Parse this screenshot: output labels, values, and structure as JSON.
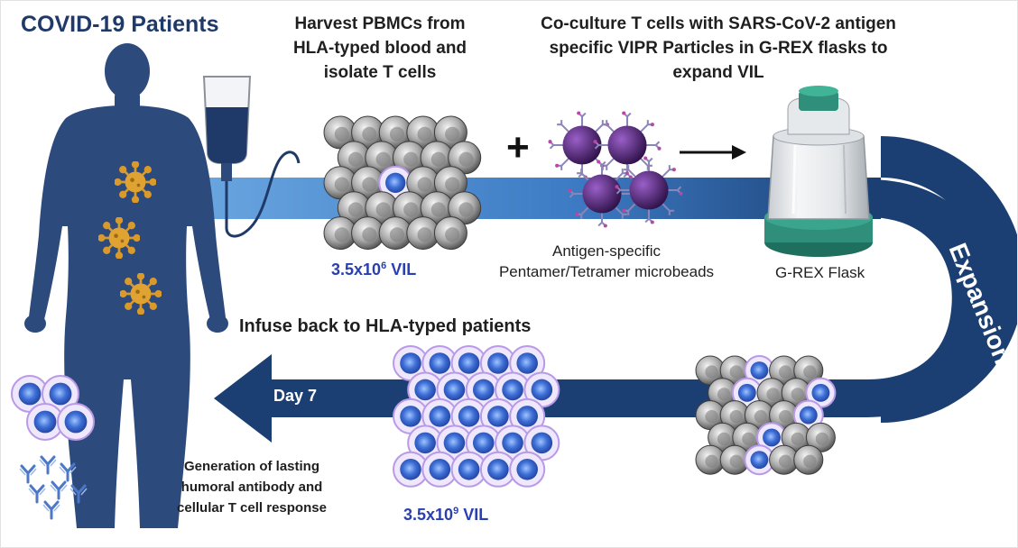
{
  "title": "COVID-19 Patients",
  "steps": {
    "harvest": [
      "Harvest PBMCs from",
      "HLA-typed blood and",
      "isolate T cells"
    ],
    "coculture": [
      "Co-culture T cells with SARS-CoV-2 antigen",
      "specific VIPR Particles in G-REX flasks to",
      "expand VIL"
    ],
    "infuse": "Infuse back to HLA-typed patients"
  },
  "labels": {
    "plus": "+",
    "microbeads": [
      "Antigen-specific",
      "Pentamer/Tetramer microbeads"
    ],
    "flask": "G-REX Flask",
    "expansion": "Expansion",
    "day": "Day 7",
    "response": [
      "Generation of lasting",
      "humoral antibody and",
      "cellular T cell response"
    ]
  },
  "counts": {
    "initial": {
      "base": "3.5x10",
      "exp": "6",
      "unit": " VIL"
    },
    "expanded": {
      "base": "3.5x10",
      "exp": "9",
      "unit": " VIL"
    }
  },
  "colors": {
    "body": "#2c4a7c",
    "title": "#1f3a68",
    "arrow_dark": "#1b3f73",
    "arrow_light": "#3d7bc4",
    "virus": "#d99a2b",
    "count_text": "#2a3fb0",
    "flask_green": "#2f8f7a",
    "bead": "#5b2d80"
  },
  "icons": [
    "human-body-icon",
    "iv-bag-icon",
    "virus-icon",
    "t-cell-icon",
    "activated-t-cell-icon",
    "microbead-icon",
    "arrow-right-icon",
    "g-rex-flask-icon",
    "antibody-icon"
  ]
}
